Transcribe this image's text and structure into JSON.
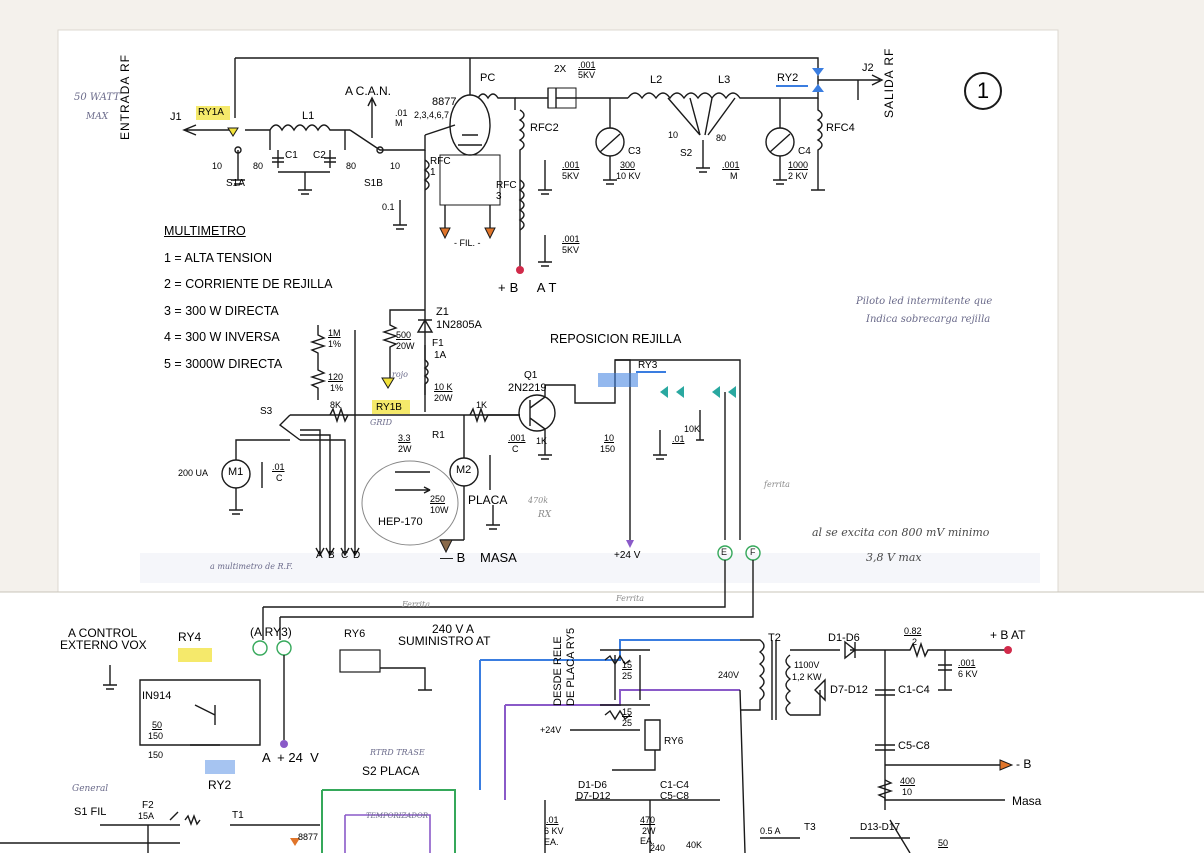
{
  "page_number": "1",
  "top": {
    "entrada": "ENTRADA RF",
    "salida": "SALIDA RF",
    "j1": "J1",
    "j2": "J2",
    "ry1a": "RY1A",
    "ry2": "RY2",
    "l1": "L1",
    "l2": "L2",
    "l3": "L3",
    "c1": "C1",
    "c2": "C2",
    "c3": "C3",
    "c4": "C4",
    "s1a": "S1A",
    "s1b": "S1B",
    "s2": "S2",
    "acan": "A C.A.N.",
    "tube": "8877",
    "tube_pins": "2,3,4,6,7",
    "pc": "PC",
    "rfc1": "RFC 1",
    "rfc2": "RFC2",
    "rfc3": "RFC 3",
    "rfc4": "RFC4",
    "cap_2x": "2X",
    "cap_2x_val": ".001",
    "cap_2x_kv": "5KV",
    "cap_01m": ".01 M",
    "cap_01": "0.1",
    "fil": "- FIL. -",
    "c_001_5kv": ".001",
    "c_5kv": "5KV",
    "c3_val": "300",
    "c3_kv": "10 KV",
    "c_001m": ".001",
    "c_m": "M",
    "c4_val": "1000",
    "c4_kv": "2 KV",
    "c_001_b": ".001",
    "c_5kv_b": "5KV",
    "pos_80": "80",
    "pos_10": "10",
    "pos_10b": "10",
    "pos_80b": "80",
    "pos_80c": "80",
    "pos_10c": "10",
    "bplus_at": "+B  AT"
  },
  "multimetro": {
    "title": "MULTIMETRO",
    "items": [
      "1 = ALTA TENSION",
      "2 = CORRIENTE DE REJILLA",
      "3 = 300 W DIRECTA",
      "4 = 300 W INVERSA",
      "5 = 3000W DIRECTA"
    ]
  },
  "middle": {
    "z1": "Z1",
    "z1_part": "1N2805A",
    "r500": "500",
    "r500_w": "20W",
    "f1": "F1",
    "f1_a": "1A",
    "r1m": "1M",
    "r1m_p": "1%",
    "r120": "120",
    "r120_p": "1%",
    "r8k": "8K",
    "ry1b": "RY1B",
    "r10k": "10 K",
    "r10k_w": "20W",
    "r1k": "1K",
    "r1": "R1",
    "r33": "3.3",
    "r33_w": "2W",
    "s3": "S3",
    "m1": "M1",
    "m1_ua": "200 UA",
    "m2": "M2",
    "c01c": ".01",
    "c01c_c": "C",
    "r250": "250",
    "r250_w": "10W",
    "hep": "HEP-170",
    "placa": "PLACA",
    "minus_b": "— B",
    "masa": "MASA",
    "q1": "Q1",
    "q1_part": "2N2219",
    "reposicion": "REPOSICION REJILLA",
    "ry3": "RY3",
    "c10": "10",
    "c150": "150",
    "r10k2": "10K",
    "abcd": [
      "A",
      "B",
      "C",
      "D"
    ],
    "ef": [
      "E",
      "F"
    ],
    "plus24": "+24 V",
    "c01_1k": ".001",
    "c_c": "C",
    "c01_b": ".01",
    "r1k2": "1K"
  },
  "bottom": {
    "control": "A CONTROL",
    "externo": "EXTERNO VOX",
    "ry4": "RY4",
    "ry3_ref": "(A RY3)",
    "ry5": "RY5",
    "ry6": "RY6",
    "supply1": "240 V A",
    "supply2": "SUMINISTRO AT",
    "desde": "DESDE RELE",
    "de_placa": "DE PLACA RY5",
    "in914": "IN914",
    "c50": "50",
    "c150b": "150",
    "r150": "150",
    "plus24b": "A  + 24  V",
    "ry2b": "RY2",
    "s2placa": "S2 PLACA",
    "t2": "T2",
    "v240": "240V",
    "v1100": "1100V",
    "kw": "1,2 KW",
    "d1d6": "D1-D6",
    "d7d12": "D7-D12",
    "c1c4": "C1-C4",
    "c5c8": "C5-C8",
    "r082": "0.82",
    "r082_2": "2",
    "c001": ".001",
    "c6kv": "6 KV",
    "bplus_at": "+ B AT",
    "minus_b": "- B",
    "r400": "400",
    "r400_10": "10",
    "masa": "Masa",
    "r15": "15",
    "r25": "25",
    "plus24c": "+24V",
    "s1fil": "S1 FIL",
    "f2": "F2",
    "f2a": "15A",
    "t1": "T1",
    "tube_b": "8877",
    "r470": "470",
    "r470w": "2W",
    "ea": "EA.",
    "r240": "240",
    "c01kv": ".01",
    "c6kv_b": "6 KV",
    "ea_b": "EA.",
    "d1d6b": "D1-D6",
    "d7d12b": "D7-D12",
    "c1c4b": "C1-C4",
    "c5c8b": "C5-C8",
    "r40k": "40K",
    "fuse05": "0.5 A",
    "t3": "T3",
    "d13": "D13-D17",
    "fifty": "50"
  },
  "handwriting": {
    "watt": "50 WATT",
    "max": "MAX",
    "led1": "Piloto led intermitente que",
    "led2": "Indica sobrecarga rejilla",
    "note1": "al se excita con 800 mV minimo",
    "note2": "3,8 V max",
    "rojo": "rojo",
    "grid": "GRID",
    "ruta": "ferrita",
    "ferrita1": "Ferrita",
    "ferrita2": "Ferrita",
    "mult_rf": "a multimetro de R.F.",
    "general": "General",
    "temp": "RTRD TRASE",
    "temp2": "TEMPORIZADOR",
    "rx": "RX",
    "n470": "470k"
  },
  "colors": {
    "yellow": "#f2e23a",
    "blue": "#3a7de0",
    "green": "#35a85a",
    "purple": "#8a5ac8",
    "orange": "#e0752a",
    "red": "#d12a4a",
    "teal": "#2aa8a0"
  }
}
